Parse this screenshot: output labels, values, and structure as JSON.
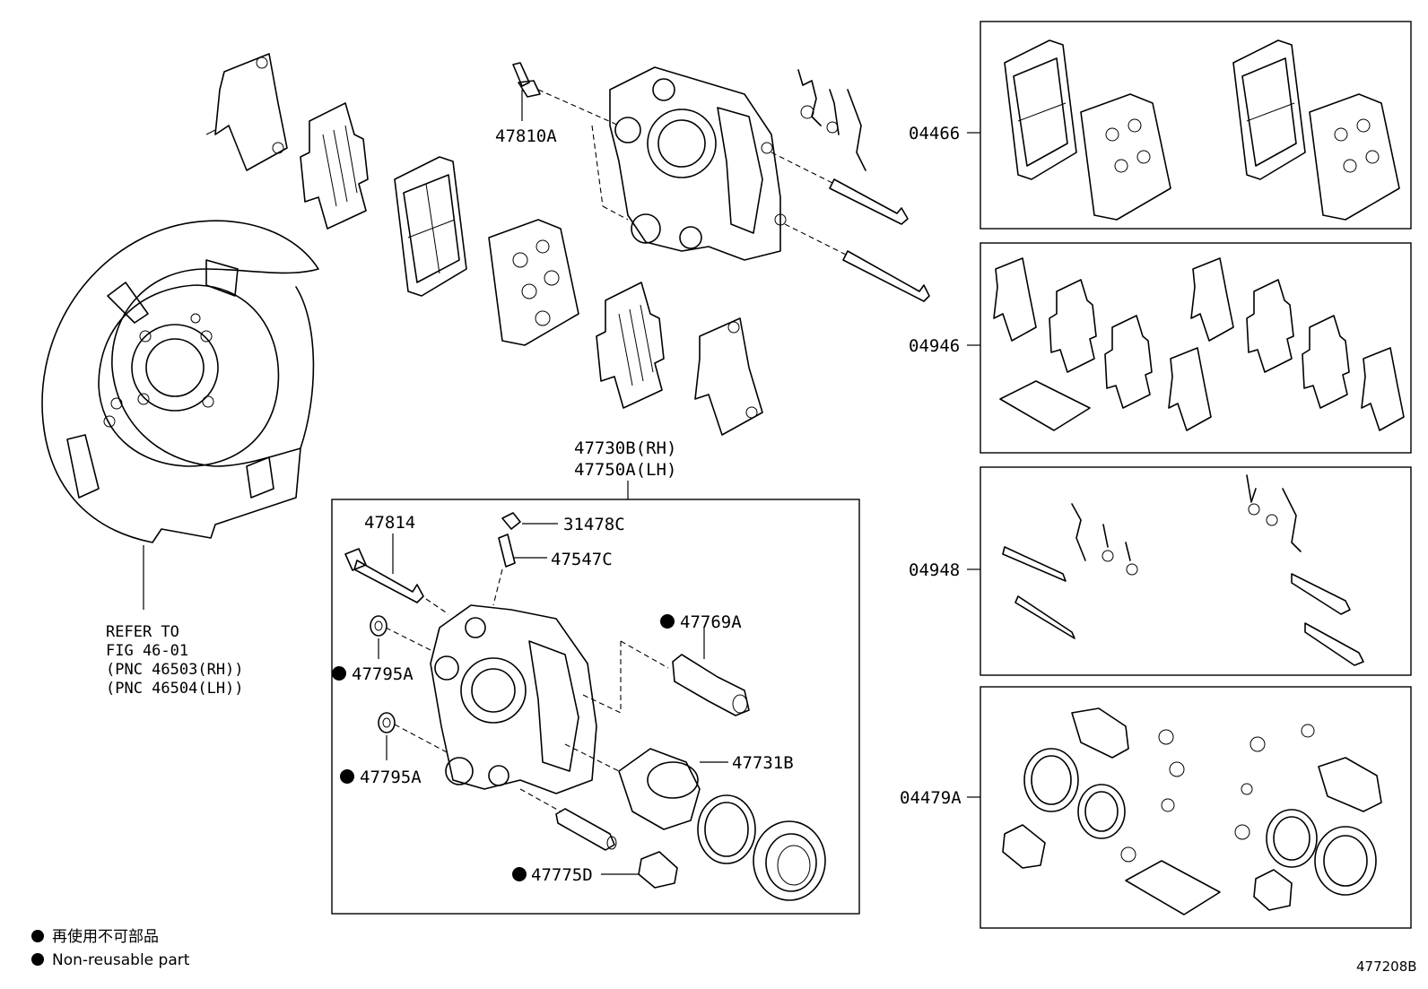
{
  "diagram": {
    "callouts": {
      "p47810A": "47810A",
      "p47730B": "47730B(RH)",
      "p47750A": "47750A(LH)",
      "p47814": "47814",
      "p31478C": "31478C",
      "p47547C": "47547C",
      "p47769A": "47769A",
      "p47795A_1": "47795A",
      "p47795A_2": "47795A",
      "p47731B": "47731B",
      "p47775D": "47775D",
      "kit04466": "04466",
      "kit04946": "04946",
      "kit04948": "04948",
      "kit04479A": "04479A"
    },
    "refer_note": {
      "line1": "REFER TO",
      "line2": "FIG 46-01",
      "line3": "(PNC 46503(RH))",
      "line4": "(PNC 46504(LH))"
    },
    "legend": {
      "japanese": "再使用不可部品",
      "english": "Non-reusable part",
      "marker": "●"
    },
    "drawing_code": "477208B"
  }
}
